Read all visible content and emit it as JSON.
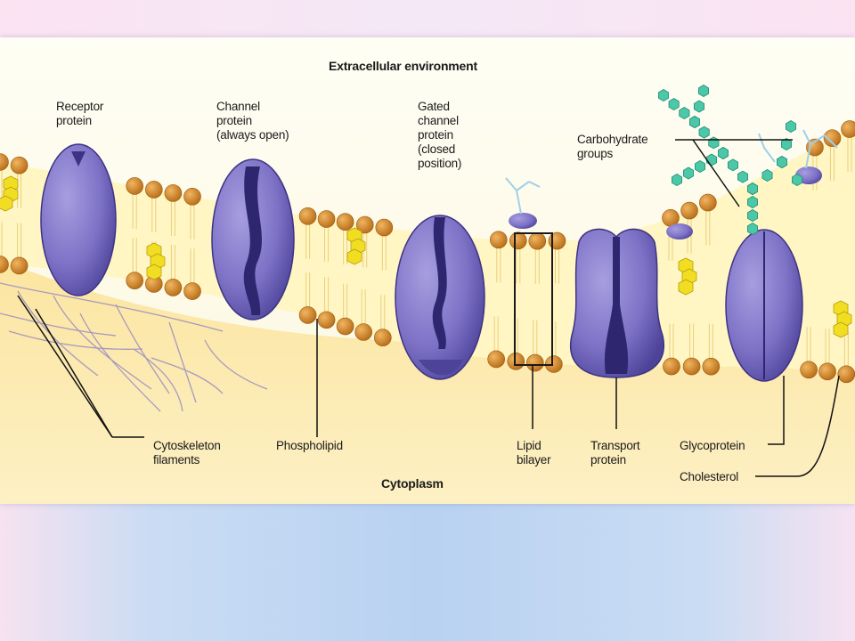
{
  "diagram": {
    "top_label": "Extracellular environment",
    "bottom_label": "Cytoplasm",
    "labels": {
      "receptor_protein": [
        "Receptor",
        "protein"
      ],
      "channel_protein": [
        "Channel",
        "protein",
        "(always open)"
      ],
      "gated_channel_protein": [
        "Gated",
        "channel",
        "protein",
        "(closed",
        "position)"
      ],
      "carbohydrate_groups": [
        "Carbohydrate",
        "groups"
      ],
      "cytoskeleton_filaments": [
        "Cytoskeleton",
        "filaments"
      ],
      "phospholipid": [
        "Phospholipid"
      ],
      "lipid_bilayer": [
        "Lipid",
        "bilayer"
      ],
      "transport_protein": [
        "Transport",
        "protein"
      ],
      "glycoprotein": [
        "Glycoprotein"
      ],
      "cholesterol": [
        "Cholesterol"
      ]
    },
    "colors": {
      "protein": "#7f74c8",
      "protein_dark": "#3d3382",
      "phospholipid_head": "#d28a2a",
      "cholesterol": "#f2e21a",
      "carbohydrate": "#4cc7a7",
      "cytoplasm": "#fbe8a6",
      "membrane_core": "#fff7c9"
    }
  }
}
